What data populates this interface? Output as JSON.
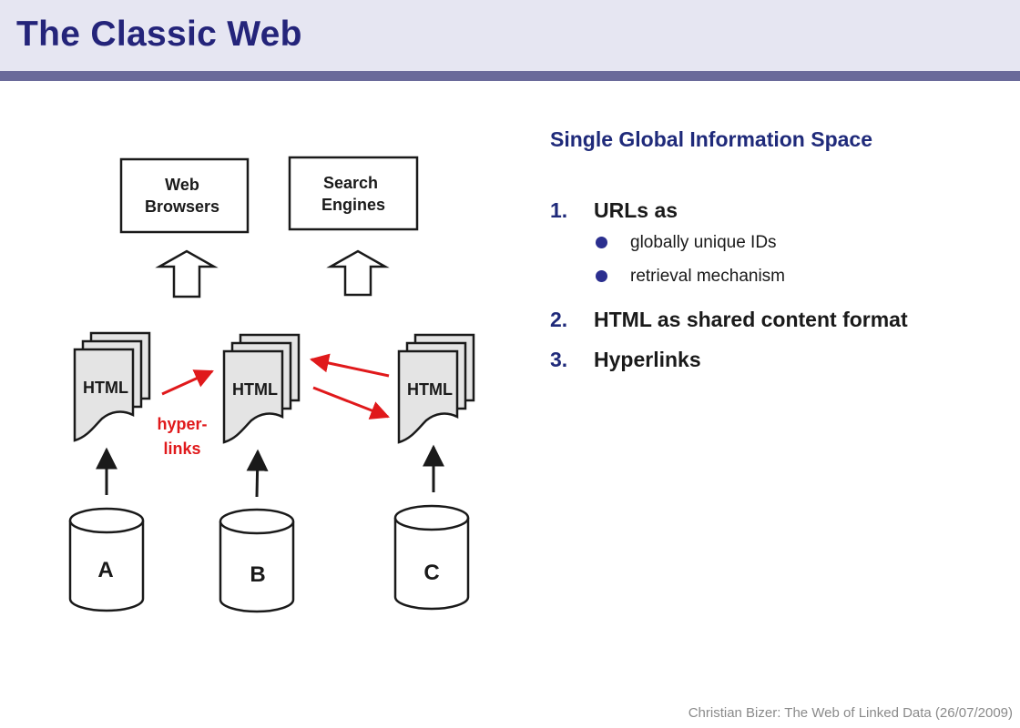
{
  "title": "The Classic Web",
  "diagram": {
    "top_boxes": [
      "Web Browsers",
      "Search Engines"
    ],
    "top_box_lines": [
      [
        "Web",
        "Browsers"
      ],
      [
        "Search",
        "Engines"
      ]
    ],
    "doc_label": "HTML",
    "link_label_lines": [
      "hyper-",
      "links"
    ],
    "databases": [
      "A",
      "B",
      "C"
    ],
    "colors": {
      "link_arrow": "#e0191b",
      "doc_fill": "#e4e4e4",
      "stroke": "#1a1a1a"
    }
  },
  "content": {
    "heading": "Single Global Information Space",
    "items": [
      {
        "num": "1.",
        "text": "URLs as",
        "subitems": [
          "globally unique IDs",
          "retrieval mechanism"
        ]
      },
      {
        "num": "2.",
        "text": "HTML as shared content format"
      },
      {
        "num": "3.",
        "text": "Hyperlinks"
      }
    ]
  },
  "footer": "Christian Bizer: The Web of Linked Data (26/07/2009)"
}
